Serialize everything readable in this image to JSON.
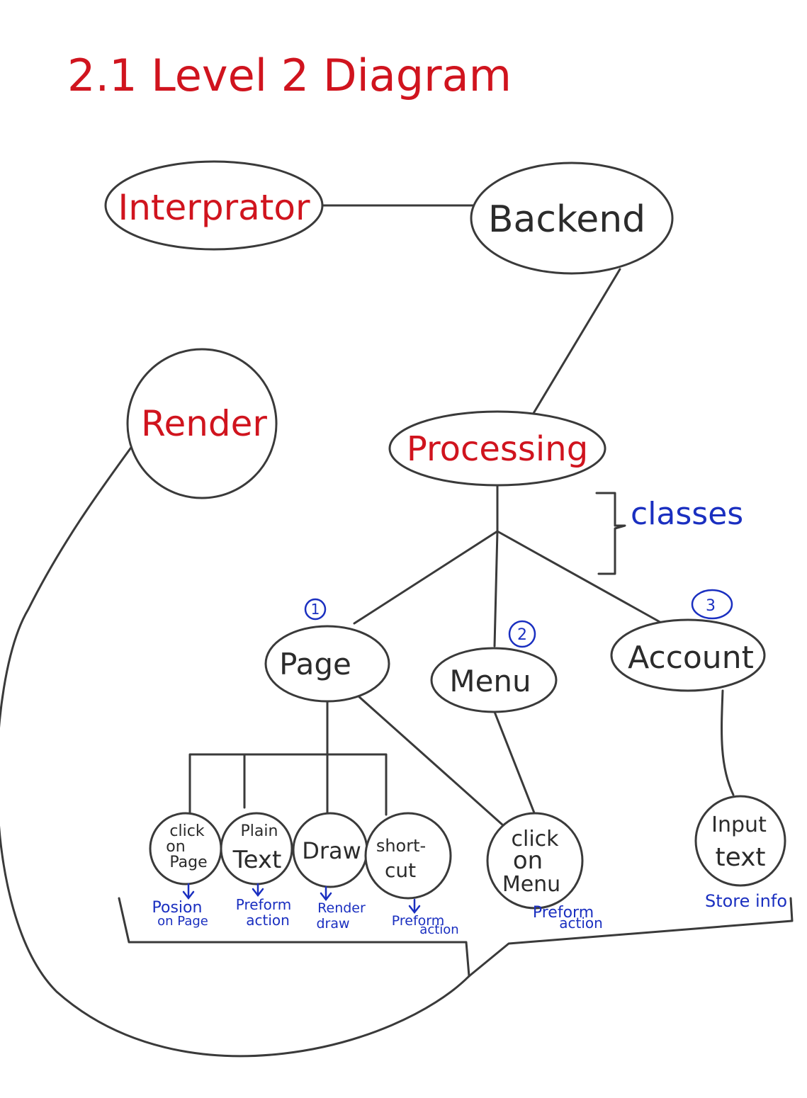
{
  "title": "2.1 Level 2 Diagram",
  "colors": {
    "red": "#d0141e",
    "dark": "#2b2b2b",
    "blue": "#1a2fc0",
    "line": "#3a3a3a"
  },
  "nodes": {
    "interpreter": "Interprator",
    "backend": "Backend",
    "render": "Render",
    "processing": "Processing",
    "page": "Page",
    "menu": "Menu",
    "account": "Account",
    "click_on_page": [
      "click",
      "on",
      "Page"
    ],
    "plain_text": [
      "Plain",
      "Text"
    ],
    "draw": "Draw",
    "shortcut": [
      "short-",
      "cut"
    ],
    "click_on_menu": [
      "click",
      "on",
      "Menu"
    ],
    "input_text": [
      "Input",
      "text"
    ]
  },
  "annotations": {
    "classes": "classes",
    "badge_page": "1",
    "badge_menu": "2",
    "badge_account": "3",
    "click_on_page_note": [
      "Posion",
      "on Page"
    ],
    "plain_text_note": [
      "Preform",
      "action"
    ],
    "draw_note": [
      "Render",
      "draw"
    ],
    "shortcut_note": [
      "Preform",
      "action"
    ],
    "click_on_menu_note": [
      "Preform",
      "action"
    ],
    "input_text_note": "Store info"
  }
}
